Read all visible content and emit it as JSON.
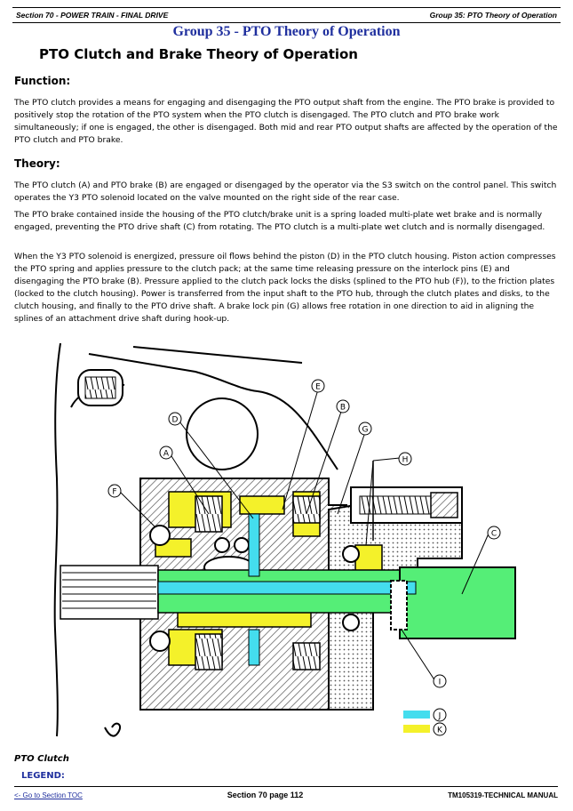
{
  "header": {
    "left": "Section 70 - POWER TRAIN - FINAL DRIVE",
    "right": "Group 35: PTO Theory of Operation"
  },
  "group_title": "Group 35 - PTO Theory of Operation",
  "page_title": "PTO Clutch and Brake Theory of Operation",
  "function": {
    "heading": "Function:",
    "text": "The PTO clutch provides a means for engaging and disengaging the PTO output shaft from the engine. The PTO brake is provided to positively stop the rotation of the PTO system when the PTO clutch is disengaged. The PTO clutch and PTO brake work simultaneously; if one is engaged, the other is disengaged. Both mid and rear PTO output shafts are affected by the operation of the PTO clutch and PTO brake."
  },
  "theory": {
    "heading": "Theory:",
    "p1": "The PTO clutch (A) and PTO brake (B) are engaged or disengaged by the operator via the S3 switch on the control panel. This switch operates the Y3 PTO solenoid located on the valve mounted on the right side of the rear case.",
    "p2": "The PTO brake contained inside the housing of the PTO clutch/brake unit is a spring loaded multi-plate wet brake and is normally engaged, preventing the PTO drive shaft (C) from rotating. The PTO clutch is a multi-plate wet clutch and is normally disengaged.",
    "p3": "When the Y3 PTO solenoid is energized, pressure oil flows behind the piston (D) in the PTO clutch housing. Piston action compresses the PTO spring and applies pressure to the clutch pack; at the same time releasing pressure on the interlock pins (E) and disengaging the PTO brake (B). Pressure applied to the clutch pack locks the disks (splined to the PTO hub (F)), to the friction plates (locked to the clutch housing). Power is transferred from the input shaft to the PTO hub, through the clutch plates and disks, to the clutch housing, and finally to the PTO drive shaft. A brake lock pin (G) allows free rotation in one direction to aid in aligning the splines of an attachment drive shaft during hook-up."
  },
  "figure": {
    "callouts": [
      "A",
      "B",
      "C",
      "D",
      "E",
      "F",
      "G",
      "H",
      "I",
      "J",
      "K"
    ],
    "colors": {
      "shaft_green": "#55ee77",
      "oil_cyan": "#44ddee",
      "pressure_yellow": "#f4f12a",
      "outline": "#000000",
      "hatch": "#555555"
    }
  },
  "caption": "PTO Clutch",
  "legend_label": "LEGEND:",
  "footer": {
    "toc_link": "<- Go to Section TOC",
    "center": "Section 70 page 112",
    "right": "TM105319-TECHNICAL MANUAL"
  }
}
